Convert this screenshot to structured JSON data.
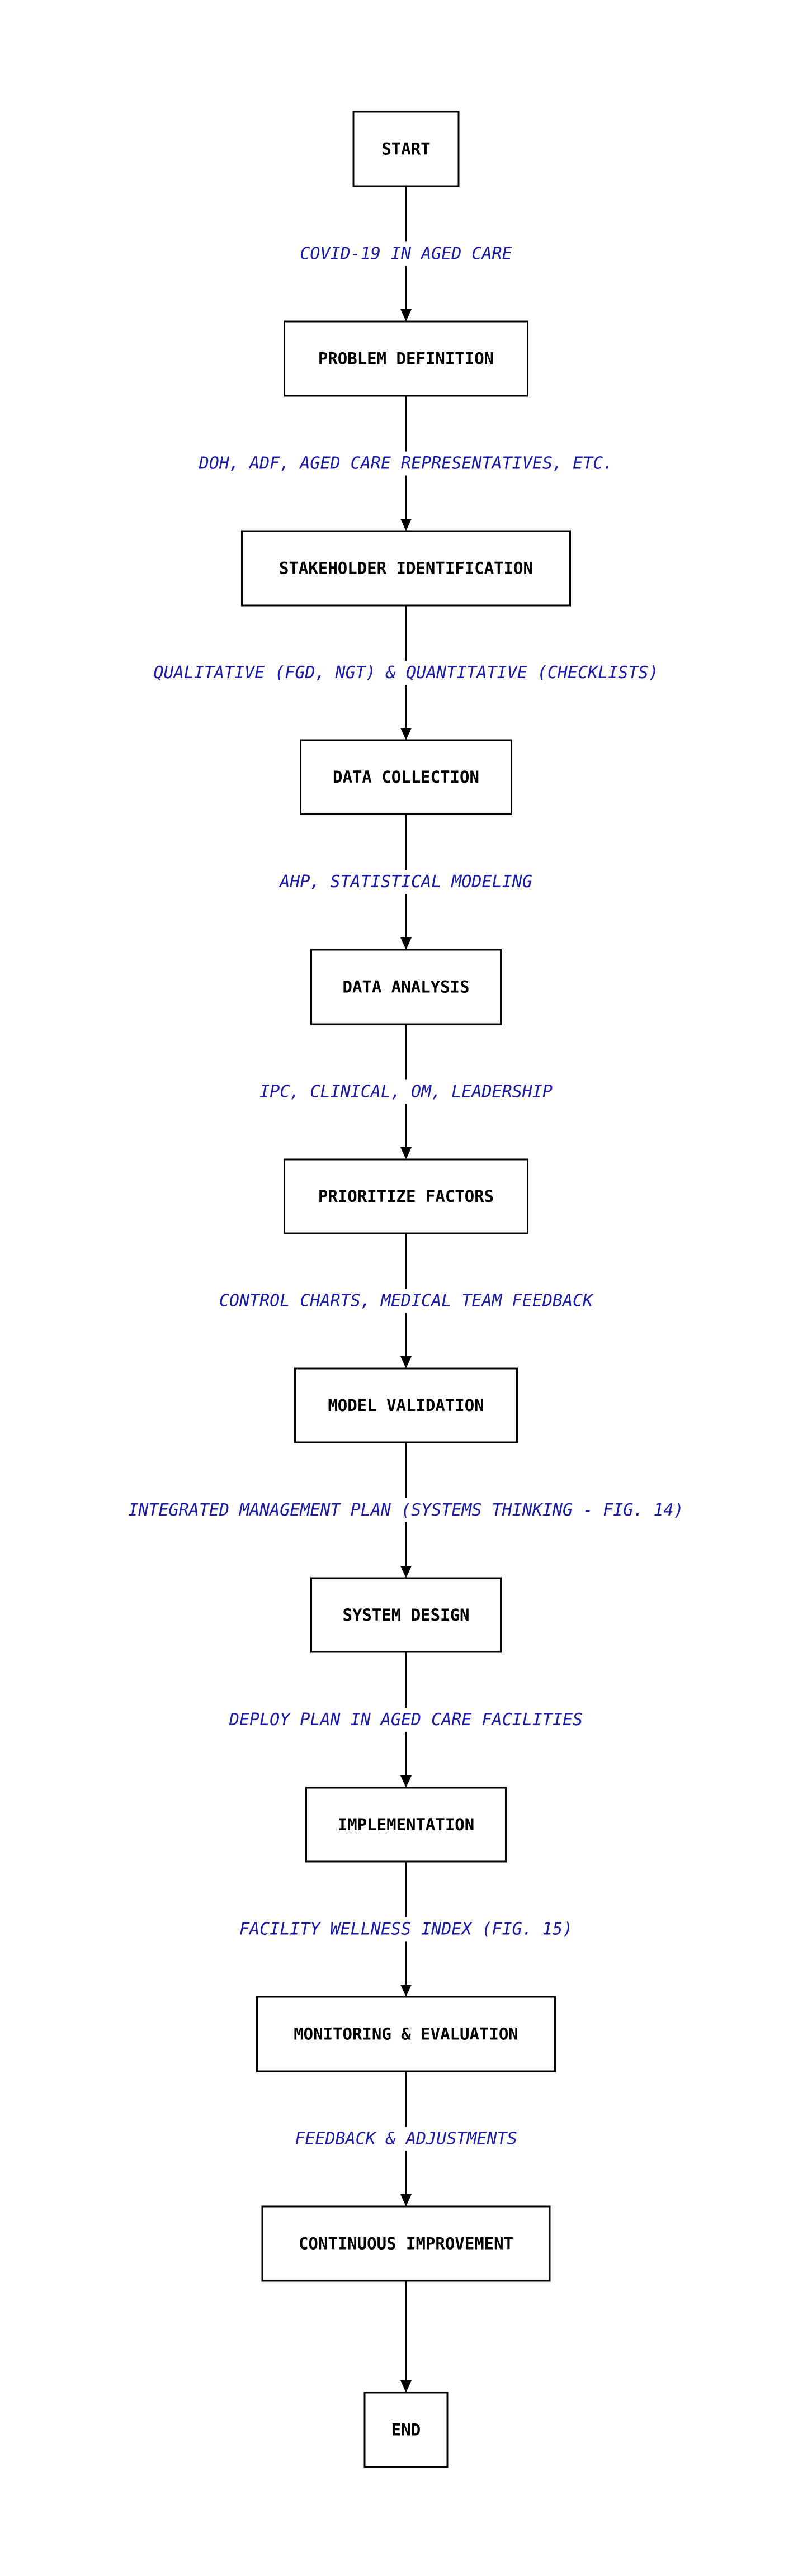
{
  "diagram": {
    "colors": {
      "node_border": "#000000",
      "node_text": "#000000",
      "edge_line": "#000000",
      "edge_label": "#1a1aaa",
      "background": "#ffffff"
    },
    "nodes": [
      {
        "id": "start",
        "label": "START"
      },
      {
        "id": "problem-definition",
        "label": "PROBLEM DEFINITION"
      },
      {
        "id": "stakeholder-identification",
        "label": "STAKEHOLDER IDENTIFICATION"
      },
      {
        "id": "data-collection",
        "label": "DATA COLLECTION"
      },
      {
        "id": "data-analysis",
        "label": "DATA ANALYSIS"
      },
      {
        "id": "prioritize-factors",
        "label": "PRIORITIZE FACTORS"
      },
      {
        "id": "model-validation",
        "label": "MODEL VALIDATION"
      },
      {
        "id": "system-design",
        "label": "SYSTEM DESIGN"
      },
      {
        "id": "implementation",
        "label": "IMPLEMENTATION"
      },
      {
        "id": "monitoring-evaluation",
        "label": "MONITORING & EVALUATION"
      },
      {
        "id": "continuous-improvement",
        "label": "CONTINUOUS IMPROVEMENT"
      },
      {
        "id": "end",
        "label": "END"
      }
    ],
    "edges": [
      {
        "from": "start",
        "to": "problem-definition",
        "label": "COVID-19 IN AGED CARE"
      },
      {
        "from": "problem-definition",
        "to": "stakeholder-identification",
        "label": "DOH, ADF, AGED CARE REPRESENTATIVES, ETC."
      },
      {
        "from": "stakeholder-identification",
        "to": "data-collection",
        "label": "QUALITATIVE (FGD, NGT) & QUANTITATIVE (CHECKLISTS)"
      },
      {
        "from": "data-collection",
        "to": "data-analysis",
        "label": "AHP, STATISTICAL MODELING"
      },
      {
        "from": "data-analysis",
        "to": "prioritize-factors",
        "label": "IPC, CLINICAL, OM, LEADERSHIP"
      },
      {
        "from": "prioritize-factors",
        "to": "model-validation",
        "label": "CONTROL CHARTS, MEDICAL TEAM FEEDBACK"
      },
      {
        "from": "model-validation",
        "to": "system-design",
        "label": "INTEGRATED MANAGEMENT PLAN (SYSTEMS THINKING - FIG. 14)"
      },
      {
        "from": "system-design",
        "to": "implementation",
        "label": "DEPLOY PLAN IN AGED CARE FACILITIES"
      },
      {
        "from": "implementation",
        "to": "monitoring-evaluation",
        "label": "FACILITY WELLNESS INDEX (FIG. 15)"
      },
      {
        "from": "monitoring-evaluation",
        "to": "continuous-improvement",
        "label": "FEEDBACK & ADJUSTMENTS"
      },
      {
        "from": "continuous-improvement",
        "to": "end",
        "label": ""
      }
    ]
  }
}
